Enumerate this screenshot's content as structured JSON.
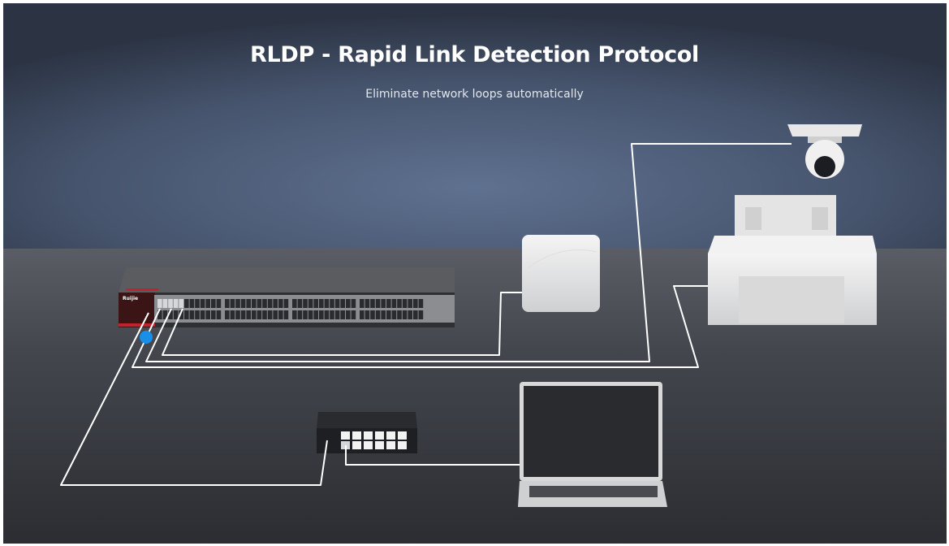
{
  "header": {
    "title": "RLDP - Rapid Link Detection Protocol",
    "subtitle": "Eliminate network loops automatically"
  },
  "scene": {
    "devices": [
      "core-switch",
      "access-point",
      "ip-camera",
      "printer",
      "desktop-switch",
      "laptop"
    ],
    "switch_brand": "Ruijie",
    "colors": {
      "cable": "#ffffff",
      "loop_indicator": "#1a8fe8",
      "switch_accent": "#c0232b",
      "background": "#4a5a75",
      "floor": "#3c3f46"
    }
  }
}
